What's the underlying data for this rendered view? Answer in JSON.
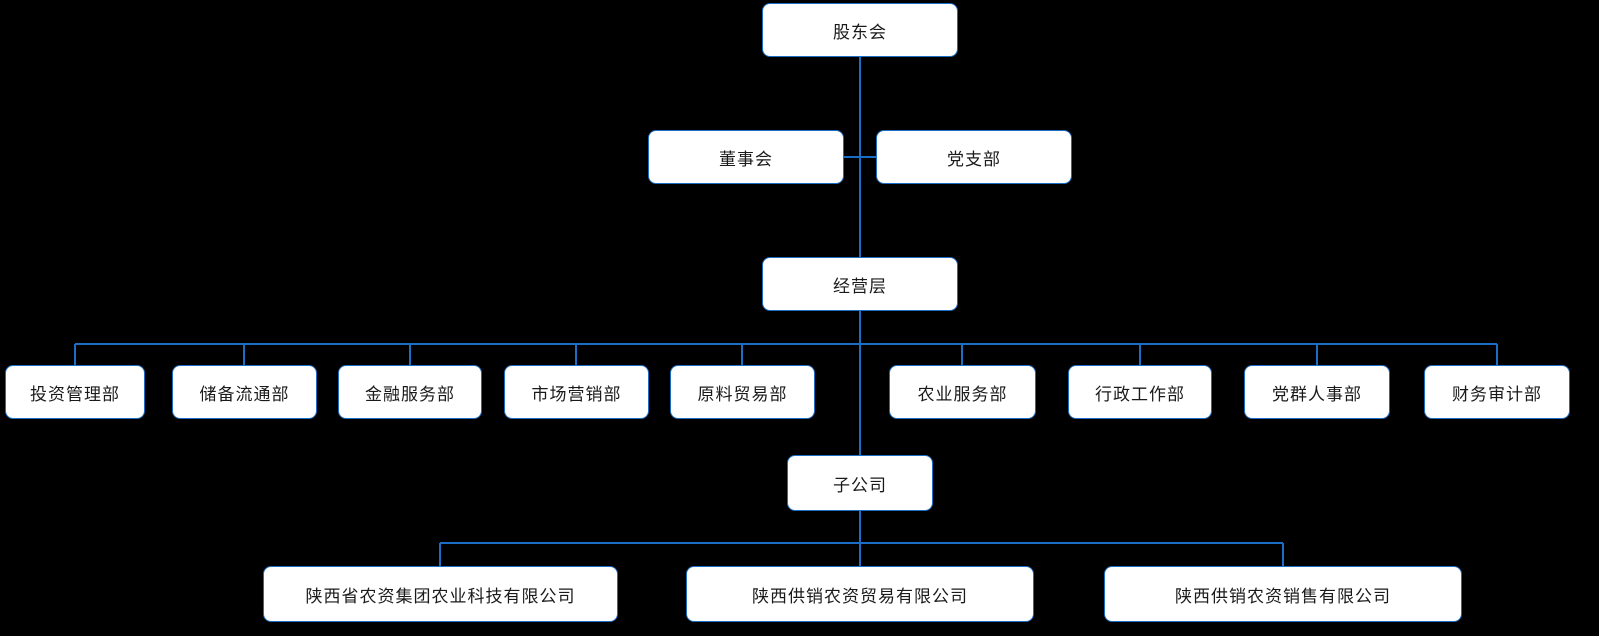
{
  "colors": {
    "background": "#000000",
    "box_fill": "#ffffff",
    "box_border": "#1b6ec5",
    "connector": "#1b6ec5",
    "text": "#1a1a1a"
  },
  "org": {
    "root": {
      "label": "股东会"
    },
    "level2": [
      {
        "label": "董事会"
      },
      {
        "label": "党支部"
      }
    ],
    "management": {
      "label": "经营层"
    },
    "departments": [
      "投资管理部",
      "储备流通部",
      "金融服务部",
      "市场营销部",
      "原料贸易部",
      "农业服务部",
      "行政工作部",
      "党群人事部",
      "财务审计部"
    ],
    "subsidiary_group": {
      "label": "子公司"
    },
    "subsidiaries": [
      "陕西省农资集团农业科技有限公司",
      "陕西供销农资贸易有限公司",
      "陕西供销农资销售有限公司"
    ]
  }
}
